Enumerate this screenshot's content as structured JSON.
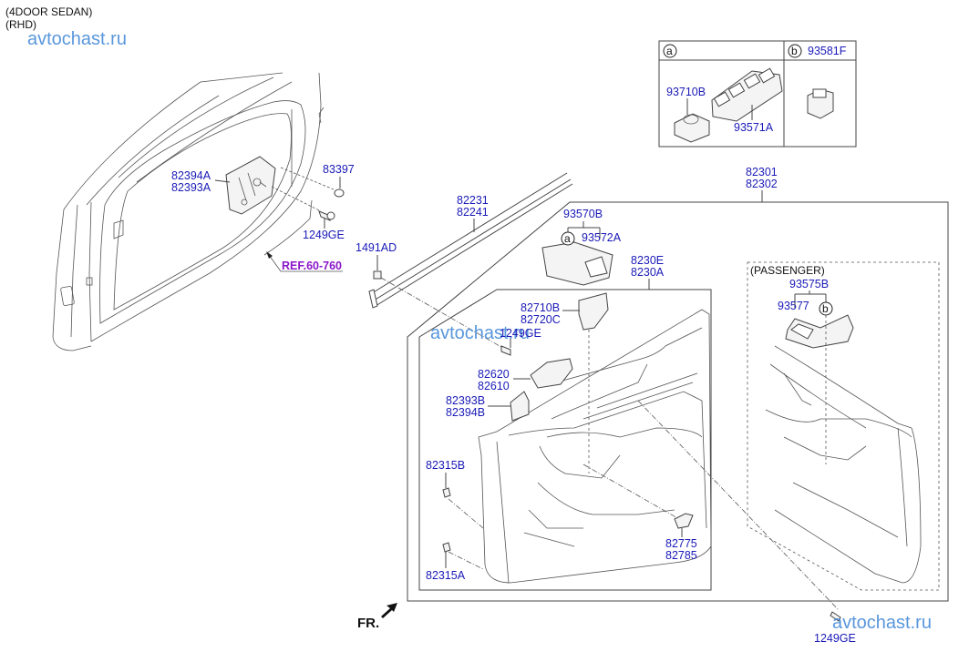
{
  "header": {
    "model": "(4DOOR SEDAN)",
    "drive": "(RHD)"
  },
  "watermark": "avtochast.ru",
  "direction_label": "FR.",
  "reference": "REF.60-760",
  "legend": {
    "a": {
      "marker": "a",
      "parts": [
        "93710B",
        "93571A"
      ]
    },
    "b": {
      "marker": "b",
      "part": "93581F"
    }
  },
  "passenger_box_title": "(PASSENGER)",
  "labels": {
    "l82394A": "82394A",
    "l82393A": "82393A",
    "l83397": "83397",
    "l1249GE_top": "1249GE",
    "l1491AD": "1491AD",
    "l82231": "82231",
    "l82241": "82241",
    "l93570B": "93570B",
    "l93572A": "93572A",
    "l8230E": "8230E",
    "l8230A": "8230A",
    "l82301": "82301",
    "l82302": "82302",
    "l93575B": "93575B",
    "l93577": "93577",
    "l82710B": "82710B",
    "l82720C": "82720C",
    "l1249GE_mid": "1249GE",
    "l82620": "82620",
    "l82610": "82610",
    "l82393B": "82393B",
    "l82394B": "82394B",
    "l82315B": "82315B",
    "l82315A": "82315A",
    "l82775": "82775",
    "l82785": "82785",
    "l1249GE_bottom": "1249GE"
  },
  "markers": {
    "a": "a",
    "b": "b"
  }
}
